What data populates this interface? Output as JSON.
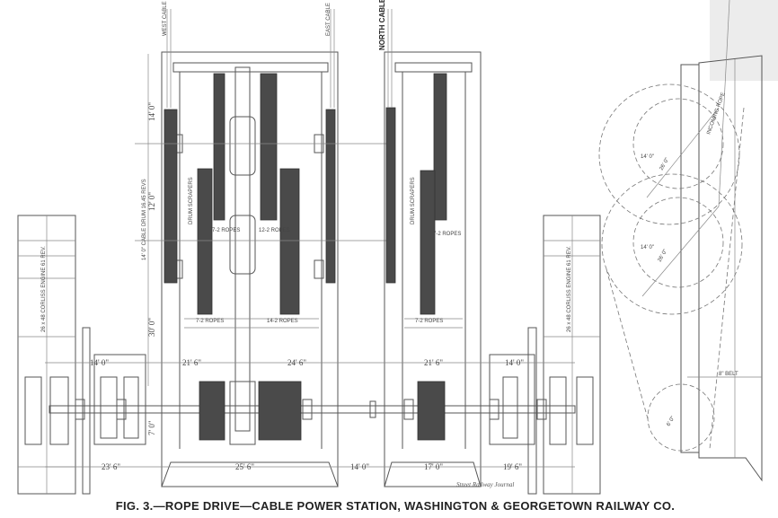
{
  "figure": {
    "caption": "FIG. 3.—ROPE DRIVE—CABLE POWER STATION, WASHINGTON & GEORGETOWN RAILWAY CO.",
    "credit": "Street Railway Journal"
  },
  "cables": {
    "west": "WEST CABLE",
    "east": "EAST CABLE",
    "north": "NORTH CABLE",
    "incoming": "INCOMING ROPE"
  },
  "labels": {
    "drum": "14' 0\" CABLE DRUM 16.45 REVS",
    "scrapers_left": "DRUM SCRAPERS",
    "scrapers_right": "DRUM SCRAPERS",
    "ropes_a": "7-2 ROPES",
    "ropes_b": "12-2 ROPES",
    "ropes_c": "7-2 ROPES",
    "ropes_d": "14-2 ROPES",
    "ropes_e": "7-2 ROPES",
    "ropes_f": "7-2 ROPES",
    "engine_left": "26 x 48 CORLISS ENGINE 61 REV.",
    "engine_right": "26 x 48 CORLISS ENGINE 61 REV.",
    "belt": "8\" BELT"
  },
  "dimensions": {
    "v_top": "14' 0\"",
    "v_mid": "12' 0\"",
    "v_low": "30' 0\"",
    "v_shaft": "7' 0\"",
    "h_top": [
      "14' 0\"",
      "21' 6\"",
      "24' 6\"",
      "21' 6\"",
      "14' 0\""
    ],
    "h_bottom": [
      "23' 6\"",
      "25' 6\"",
      "14' 0\"",
      "17' 0\"",
      "19' 6\""
    ],
    "side_a": "14' 0\"",
    "side_b": "26' 0\"",
    "side_c": "14' 0\"",
    "side_d": "26' 0\"",
    "side_e": "6' 0\""
  }
}
